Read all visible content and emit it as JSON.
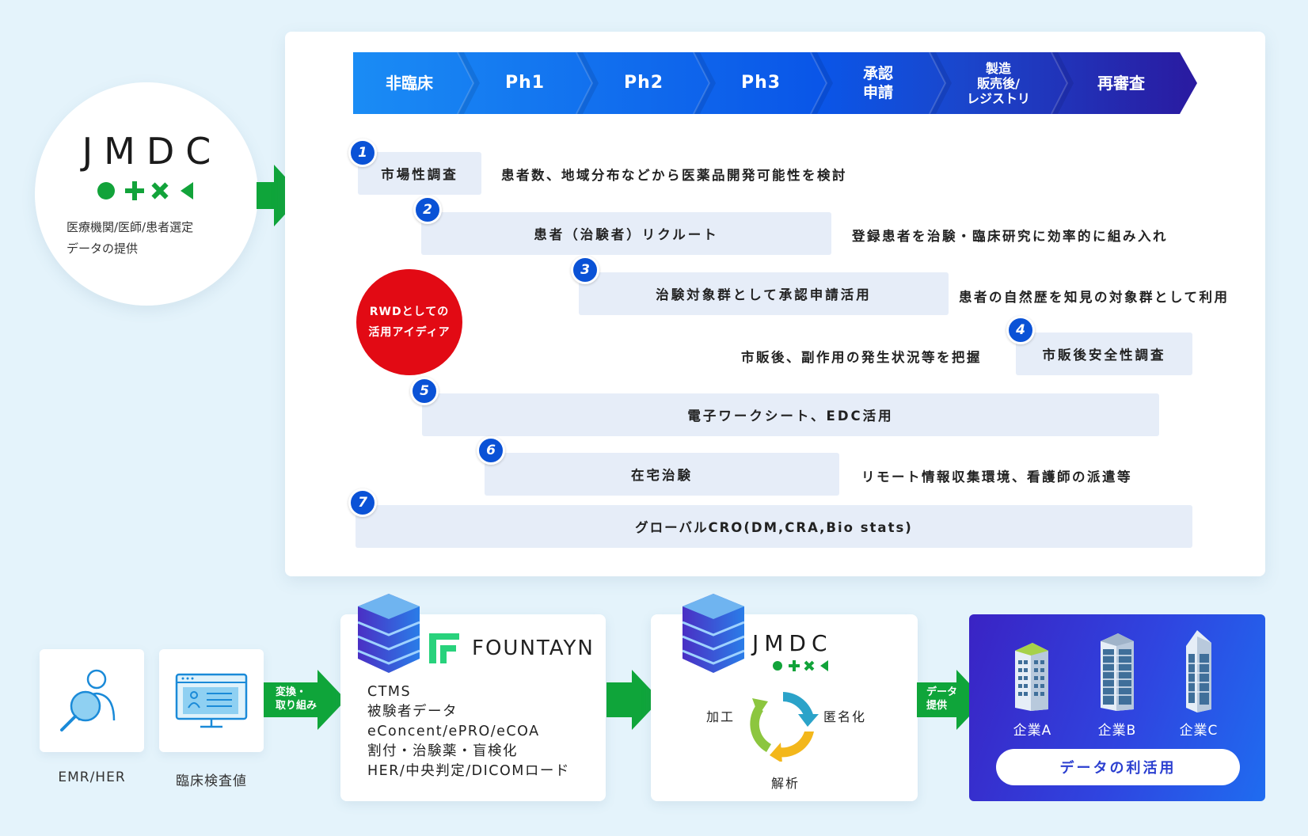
{
  "jmdc_circle": {
    "logo_text": "JMDC",
    "description_line1": "医療機関/医師/患者選定",
    "description_line2": "データの提供"
  },
  "phases": [
    {
      "label": "非臨床"
    },
    {
      "label": "Ph1"
    },
    {
      "label": "Ph2"
    },
    {
      "label": "Ph3"
    },
    {
      "label": "承認\n申請"
    },
    {
      "label": "製造\n販売後/\nレジストリ"
    },
    {
      "label": "再審査"
    }
  ],
  "rwd_badge": {
    "line1": "RWDとしての",
    "line2": "活用アイディア"
  },
  "tasks": [
    {
      "num": "1",
      "label": "市場性調査",
      "desc": "患者数、地域分布などから医薬品開発可能性を検討"
    },
    {
      "num": "2",
      "label": "患者（治験者）リクルート",
      "desc": "登録患者を治験・臨床研究に効率的に組み入れ"
    },
    {
      "num": "3",
      "label": "治験対象群として承認申請活用",
      "desc": "患者の自然歴を知見の対象群として利用"
    },
    {
      "num": "4",
      "label": "市販後安全性調査",
      "desc": "市販後、副作用の発生状況等を把握"
    },
    {
      "num": "5",
      "label": "電子ワークシート、EDC活用",
      "desc": ""
    },
    {
      "num": "6",
      "label": "在宅治験",
      "desc": "リモート情報収集環境、看護師の派遣等"
    },
    {
      "num": "7",
      "label": "グローバルCRO(DM,CRA,Bio stats)",
      "desc": ""
    }
  ],
  "sources": [
    {
      "label": "EMR/HER",
      "icon": "person-search-icon"
    },
    {
      "label": "臨床検査値",
      "icon": "monitor-checklist-icon"
    }
  ],
  "arrow_convert": {
    "line1": "変換・",
    "line2": "取り組み"
  },
  "fountayn": {
    "brand": "FOUNTAYN",
    "items": [
      "CTMS",
      "被験者データ",
      "eConcent/ePRO/eCOA",
      "割付・治験薬・盲検化",
      "HER/中央判定/DICOMロード"
    ]
  },
  "jmdc_process": {
    "brand": "JMDC",
    "step_left": "加工",
    "step_right": "匿名化",
    "step_bottom": "解析"
  },
  "arrow_data": {
    "line1": "データ",
    "line2": "提供"
  },
  "companies": {
    "items": [
      "企業A",
      "企業B",
      "企業C"
    ],
    "button": "データの利活用"
  },
  "colors": {
    "green_arrow": "#0fa53a",
    "badge_blue": "#0a52d6",
    "rwd_red": "#e20a14",
    "task_bg": "#e6edf8",
    "jmdc_green": "#12a33a"
  }
}
